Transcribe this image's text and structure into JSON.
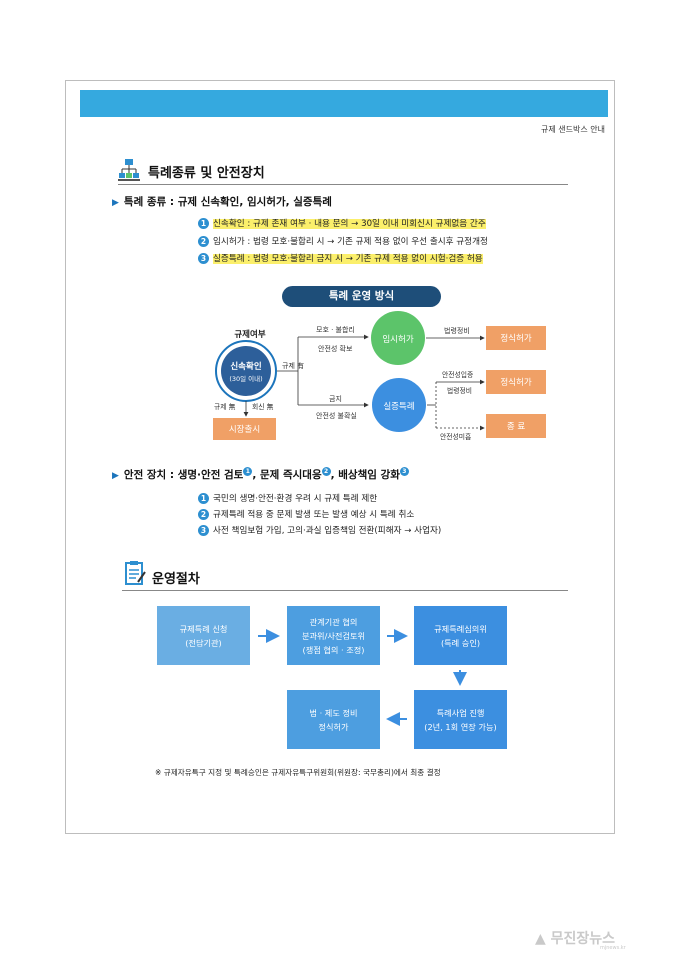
{
  "header": {
    "label": "규제 샌드박스 안내"
  },
  "section1": {
    "title": "특례종류 및 안전장치",
    "types_heading": "특례 종류 : 규제 신속확인, 임시허가, 실증특례",
    "types": [
      {
        "num": "1",
        "text": "신속확인 : 규제 존재 여부 · 내용 문의 → 30일 이내 미회신시 규제없음 간주"
      },
      {
        "num": "2",
        "text": "임시허가 : 법령 모호·불합리 시 → 기존 규제 적용 없이 우선 출시후 규정개정"
      },
      {
        "num": "3",
        "text": "실증특례 : 법령 모호·불합리 금지 시 → 기존 규제 적용 없이 시험·검증 허용"
      }
    ],
    "diagram": {
      "title": "특례 운영 방식",
      "reg_check_label": "규제여부",
      "rapid_check": "신속확인",
      "rapid_check_sub": "(30일 이내)",
      "reg_exists": "규제 有",
      "reg_none": "규제 無",
      "reply_none": "회신 無",
      "market_launch": "시장출시",
      "temp_permit": "임시허가",
      "demo_special": "실증특례",
      "ambiguous": "모호 · 불합리",
      "safety_secured": "안전성 확보",
      "prohibited": "금지",
      "safety_uncertain": "안전성 불확실",
      "law_fix": "법령정비",
      "safety_proven": "안전성입증",
      "law_fix2": "법령정비",
      "safety_unproven": "안전성미흡",
      "formal_permit1": "정식허가",
      "formal_permit2": "정식허가",
      "terminate": "종 료"
    },
    "safety_heading_prefix": "안전 장치 : 생명·안전 검토",
    "safety_heading_mid1": ", 문제 즉시대응",
    "safety_heading_mid2": ", 배상책임 강화",
    "safety_sup": [
      "1",
      "2",
      "3"
    ],
    "safety": [
      {
        "num": "1",
        "text": "국민의 생명·안전·환경 우려 시 규제 특례 제한"
      },
      {
        "num": "2",
        "text": "규제특례 적용 중 문제 발생 또는 발생 예상 시 특례 취소"
      },
      {
        "num": "3",
        "text": "사전 책임보험 가입, 고의·과실 입증책임 전환(피해자 → 사업자)"
      }
    ]
  },
  "section2": {
    "title": "운영절차",
    "steps": [
      {
        "line1": "규제특례 신청",
        "line2": "(전담기관)"
      },
      {
        "line1": "관계기관 협의",
        "line2": "분과위/사전검토위",
        "line3": "(쟁점 협의 · 조정)"
      },
      {
        "line1": "규제특례심의위",
        "line2": "(특례 승인)"
      },
      {
        "line1": "특례사업 진행",
        "line2": "(2년, 1회 연장 가능)"
      },
      {
        "line1": "법 · 제도 정비",
        "line2": "정식허가"
      }
    ],
    "footnote": "※ 규제자유특구 지정 및 특례승인은 규제자유특구위원회(위원장: 국무총리)에서 최종 결정"
  },
  "watermark": {
    "text": "무진장뉴스",
    "sub": "mjnews.kr"
  },
  "colors": {
    "accent": "#35a9df",
    "navy": "#1e4e79",
    "green": "#5cc46a",
    "blue": "#3c8fe0",
    "orange": "#f0a066",
    "flow": "#6aaee3"
  }
}
